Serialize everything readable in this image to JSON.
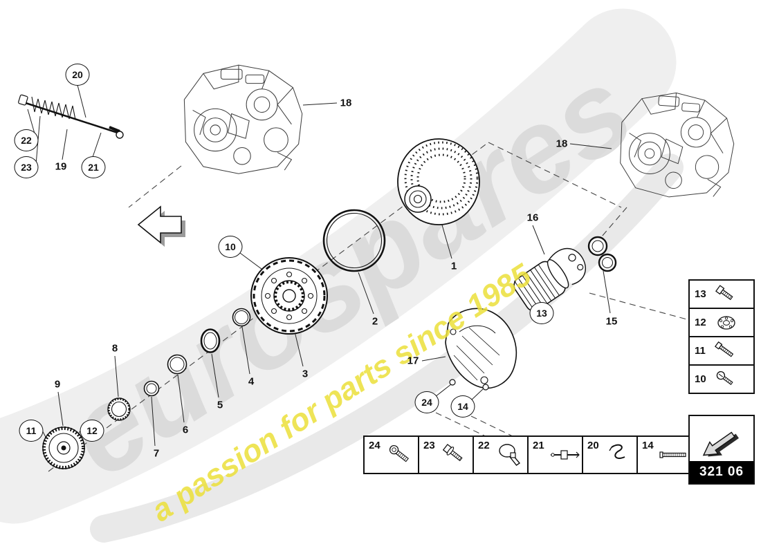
{
  "watermark": {
    "brand": "eurospares",
    "tagline": "a passion for parts since 1985"
  },
  "diagram": {
    "code": "321 06",
    "labels": {
      "n1": "1",
      "n2": "2",
      "n3": "3",
      "n4": "4",
      "n5": "5",
      "n6": "6",
      "n7": "7",
      "n8": "8",
      "n9": "9",
      "n10": "10",
      "n11": "11",
      "n12": "12",
      "n13": "13",
      "n14": "14",
      "n15": "15",
      "n16": "16",
      "n17": "17",
      "n18": "18",
      "n19": "19",
      "n20": "20",
      "n21": "21",
      "n22": "22",
      "n23": "23",
      "n24": "24"
    }
  },
  "hardware_table_right": {
    "rows": [
      {
        "num": "13",
        "icon": "hex-bolt"
      },
      {
        "num": "12",
        "icon": "sealing-flange"
      },
      {
        "num": "11",
        "icon": "bolt"
      },
      {
        "num": "10",
        "icon": "screw"
      }
    ]
  },
  "hardware_table_bottom": {
    "cells": [
      {
        "num": "24",
        "icon": "socket-screw"
      },
      {
        "num": "23",
        "icon": "flanged-bolt"
      },
      {
        "num": "22",
        "icon": "cable-tie"
      },
      {
        "num": "21",
        "icon": "retainer"
      },
      {
        "num": "20",
        "icon": "spring-clip"
      },
      {
        "num": "14",
        "icon": "stud-bolt"
      }
    ]
  }
}
